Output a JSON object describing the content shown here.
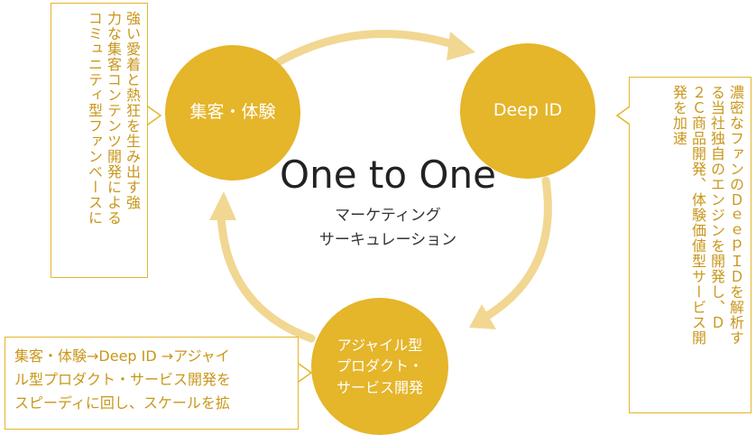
{
  "colors": {
    "circle": "#e5b52a",
    "arrow": "#f1d791",
    "box_border": "#e5b52a",
    "box_text": "#c9961a"
  },
  "center": {
    "title": "One to One",
    "subtitle_line1": "マーケティング",
    "subtitle_line2": "サーキュレーション"
  },
  "nodes": {
    "attract": {
      "label": "集客・体験"
    },
    "deepid": {
      "label": "Deep ID"
    },
    "agile": {
      "line1": "アジャイル型",
      "line2": "プロダクト・",
      "line3": "サービス開発"
    }
  },
  "notes": {
    "left": "強い愛着と熱狂を生み出す強\n力な集客コンテンツ開発による\nコミュニティ型ファンベースに",
    "right": "濃密なファンのＤｅｅｐＩＤを解析す\nる当社独自のエンジンを開発し、Ｄ\n２Ｃ商品開発、体験価値型サービス開\n発を加速",
    "bottom": "集客・体験→Deep ID →アジャイ\nル型プロダクト・サービス開発を\nスピーディに回し、スケールを拡"
  },
  "icons": {
    "cycle_arrows": "curved-arrow-icon"
  }
}
